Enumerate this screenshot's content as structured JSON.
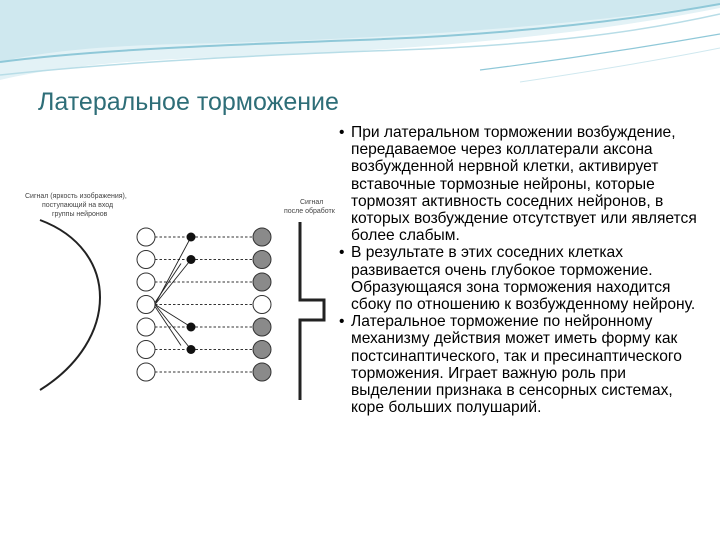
{
  "slide": {
    "title": "Латеральное торможение",
    "colors": {
      "title": "#2e6e78",
      "wave_light": "#cfe8ef",
      "wave_dark": "#8fc8d8"
    }
  },
  "diagram": {
    "label_input": [
      "Сигнал (яркость изображения),",
      "поступающий на вход",
      "группы нейронов"
    ],
    "label_output": [
      "Сигнал",
      "после обработки"
    ],
    "input_neurons": 7,
    "inhibitory_neurons": [
      "active",
      "active",
      "inactive",
      "inactive",
      "active",
      "active",
      "inactive"
    ],
    "output_neurons": [
      "gray",
      "gray",
      "gray",
      "white",
      "gray",
      "gray",
      "gray"
    ]
  },
  "bullets": [
    "При латеральном торможении возбуждение, передаваемое через коллатерали аксона возбужденной нервной клетки, активирует вставочные тормозные нейроны, которые тормозят активность соседних нейронов, в которых возбуждение отсутствует или является более слабым.",
    "В результате в этих соседних клетках развивается очень глубокое торможение. Образующаяся зона торможения находится сбоку по отношению к возбужденному нейрону.",
    "Латеральное торможение по нейронному механизму действия может иметь форму как постсинаптического, так и пресинаптического торможения. Играет важную роль при выделении признака в сенсорных системах, коре больших полушарий."
  ]
}
